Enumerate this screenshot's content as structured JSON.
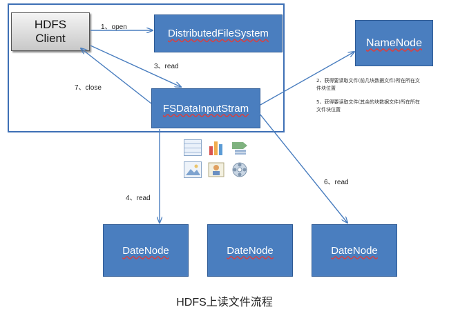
{
  "client": {
    "line1": "HDFS",
    "line2": "Client"
  },
  "nodes": {
    "dfs": "DistributedFileSystem",
    "namenode": "NameNode",
    "input_stream": "FSDataInputStram",
    "datanodes": [
      "DateNode",
      "DateNode",
      "DateNode"
    ]
  },
  "steps": {
    "open": "1、open",
    "get_locations_1": "2、获得要读取文件(前几块数据文件)所在所在文件块位置",
    "read_3": "3、read",
    "read_4": "4、read",
    "get_locations_5": "5、获得要读取文件(其余的块数据文件)所在所在文件块位置",
    "read_6": "6、read",
    "close": "7、close"
  },
  "caption": "HDFS上读文件流程",
  "colors": {
    "box_fill": "#4a7ebf",
    "box_border": "#2e5a94",
    "arrow": "#4a7ebf",
    "frame": "#3d6fb5"
  },
  "icons": [
    "table-icon",
    "bar-chart-icon",
    "smartart-icon",
    "picture-icon",
    "clipart-icon",
    "media-icon"
  ]
}
